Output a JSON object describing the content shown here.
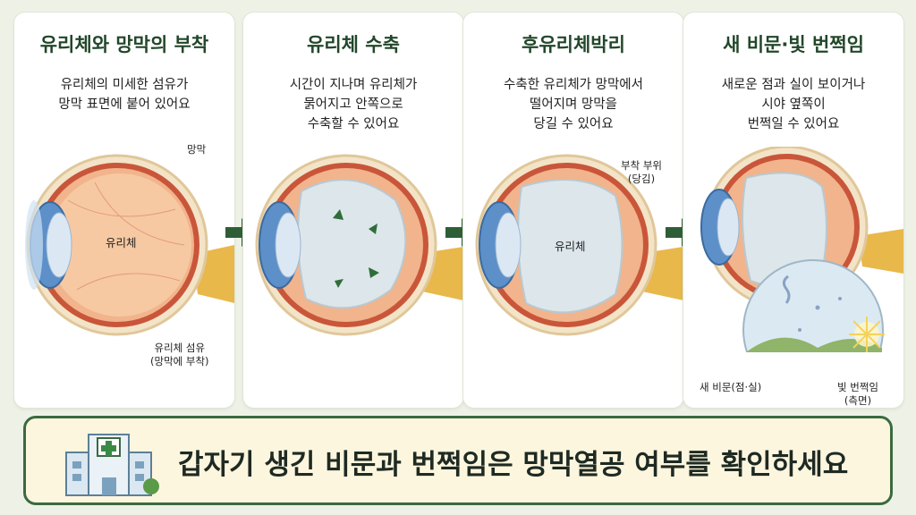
{
  "panels": [
    {
      "title": "유리체와 망막의 부착",
      "desc": [
        "유리체의 미세한 섬유가",
        "망막 표면에 붙어 있어요"
      ],
      "labels": {
        "retina": "망막",
        "vitreous": "유리체",
        "fiber_1": "유리체 섬유",
        "fiber_2": "(망막에 부착)"
      }
    },
    {
      "title": "유리체 수축",
      "desc": [
        "시간이 지나며 유리체가",
        "묽어지고 안쪽으로",
        "수축할 수 있어요"
      ]
    },
    {
      "title": "후유리체박리",
      "desc": [
        "수축한 유리체가 망막에서",
        "떨어지며 망막을",
        "당길 수 있어요"
      ],
      "labels": {
        "attach_1": "부착 부위",
        "attach_2": "(당김)",
        "vitreous": "유리체"
      }
    },
    {
      "title": "새 비문·빛 번쩍임",
      "desc": [
        "새로운 점과 실이 보이거나",
        "시야 옆쪽이",
        "번쩍일 수 있어요"
      ],
      "labels": {
        "floaters": "새 비문(점·실)",
        "flash_1": "빛 번쩍임",
        "flash_2": "(측면)"
      }
    }
  ],
  "banner": {
    "text": "갑자기 생긴 비문과 번쩍임은 망막열공 여부를 확인하세요",
    "icon": "hospital-icon"
  },
  "colors": {
    "title_green": "#22472a",
    "arrow_green": "#2f5e36",
    "banner_bg": "#fdf6df",
    "banner_border": "#3a6a40"
  }
}
